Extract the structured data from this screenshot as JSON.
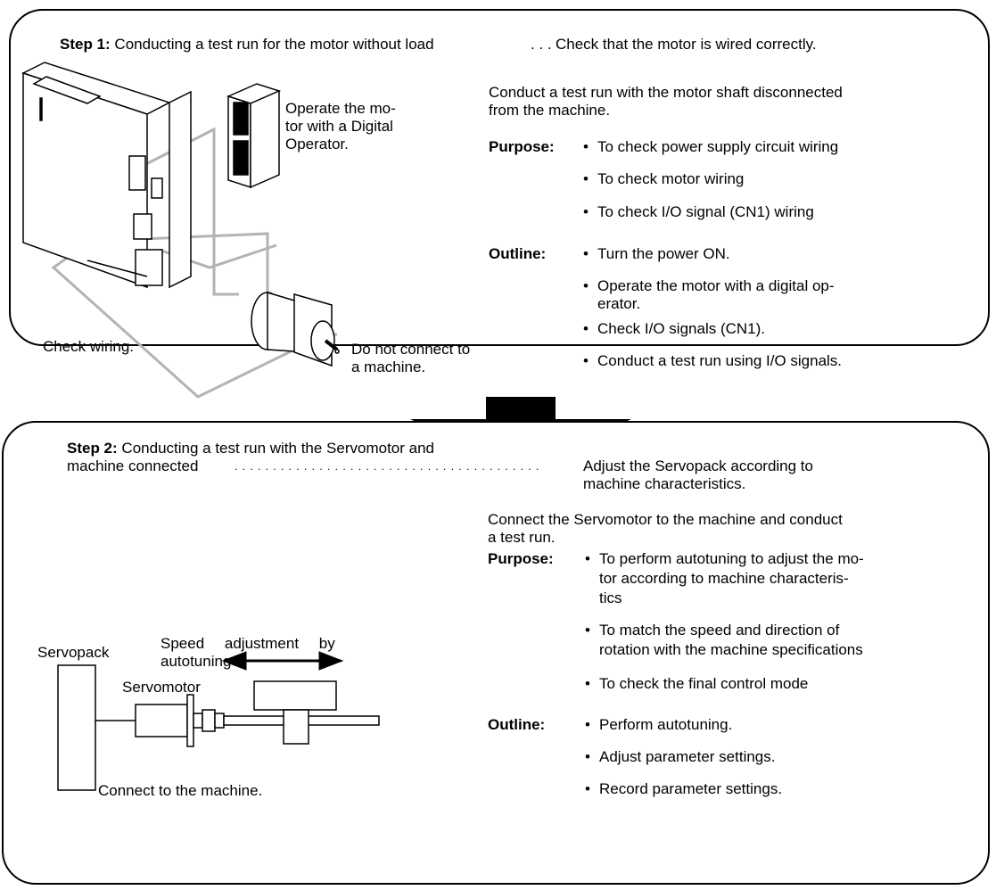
{
  "step1": {
    "heading_label": "Step 1:",
    "heading_text": "Conducting a test run for the motor without load",
    "heading_dots": ". . .",
    "heading_result": "Check that the motor is wired correctly.",
    "intro_line1": "Conduct a test run with the motor shaft disconnected",
    "intro_line2": "from the machine.",
    "purpose_label": "Purpose:",
    "purpose_items": [
      "To check power supply circuit wiring",
      "To check motor wiring",
      "To check I/O signal (CN1) wiring"
    ],
    "outline_label": "Outline:",
    "outline_items": [
      "Turn the power ON.",
      "Operate the motor with a digital op-",
      "erator.",
      "Check I/O signals (CN1).",
      "Conduct a test run using I/O signals."
    ],
    "figure": {
      "operate_line1": "Operate the mo-",
      "operate_line2": "tor with a Digital",
      "operate_line3": "Operator.",
      "check_wiring": "Check wiring.",
      "no_connect_line1": "Do not connect to",
      "no_connect_line2": "a machine."
    }
  },
  "step2": {
    "heading_label": "Step 2:",
    "heading_text": "Conducting a test run with the Servomotor and",
    "heading_line2": "machine connected",
    "heading_dots": ". . . . . . . . . . . . . . . . . . . . . . . . . . . . . . . . . . . . . . . .",
    "result_line1": "Adjust the Servopack according to",
    "result_line2": "machine characteristics.",
    "intro_line1": "Connect the Servomotor to the machine and conduct",
    "intro_line2": "a test run.",
    "purpose_label": "Purpose:",
    "purpose_items": [
      "To perform autotuning to adjust the mo-",
      "tor according to machine characteris-",
      "tics",
      "To match the speed and direction of",
      "rotation with the machine specifications",
      "To check the final control mode"
    ],
    "outline_label": "Outline:",
    "outline_items": [
      "Perform autotuning.",
      "Adjust parameter settings.",
      "Record parameter settings."
    ],
    "figure": {
      "servopack": "Servopack",
      "speed_line1": "Speed adjustment by",
      "speed_line2": "autotuning",
      "servomotor": "Servomotor",
      "connect": "Connect to the machine."
    }
  }
}
